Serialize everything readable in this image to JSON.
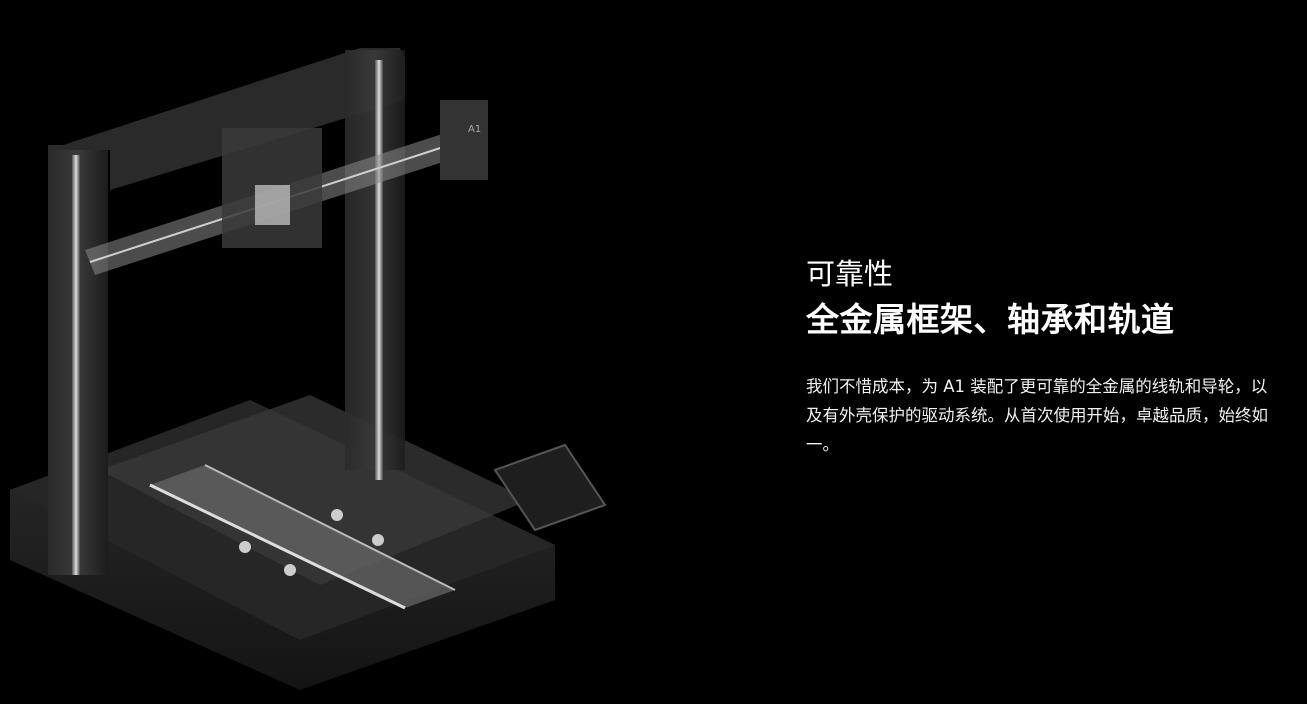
{
  "section": {
    "eyebrow": "可靠性",
    "headline": "全金属框架、轴承和轨道",
    "body": "我们不惜成本，为 A1 装配了更可靠的全金属的线轨和导轮，以及有外壳保护的驱动系统。从首次使用开始，卓越品质，始终如一。"
  },
  "product_image": {
    "label": "A1"
  },
  "colors": {
    "background": "#000000",
    "text": "#ffffff"
  }
}
